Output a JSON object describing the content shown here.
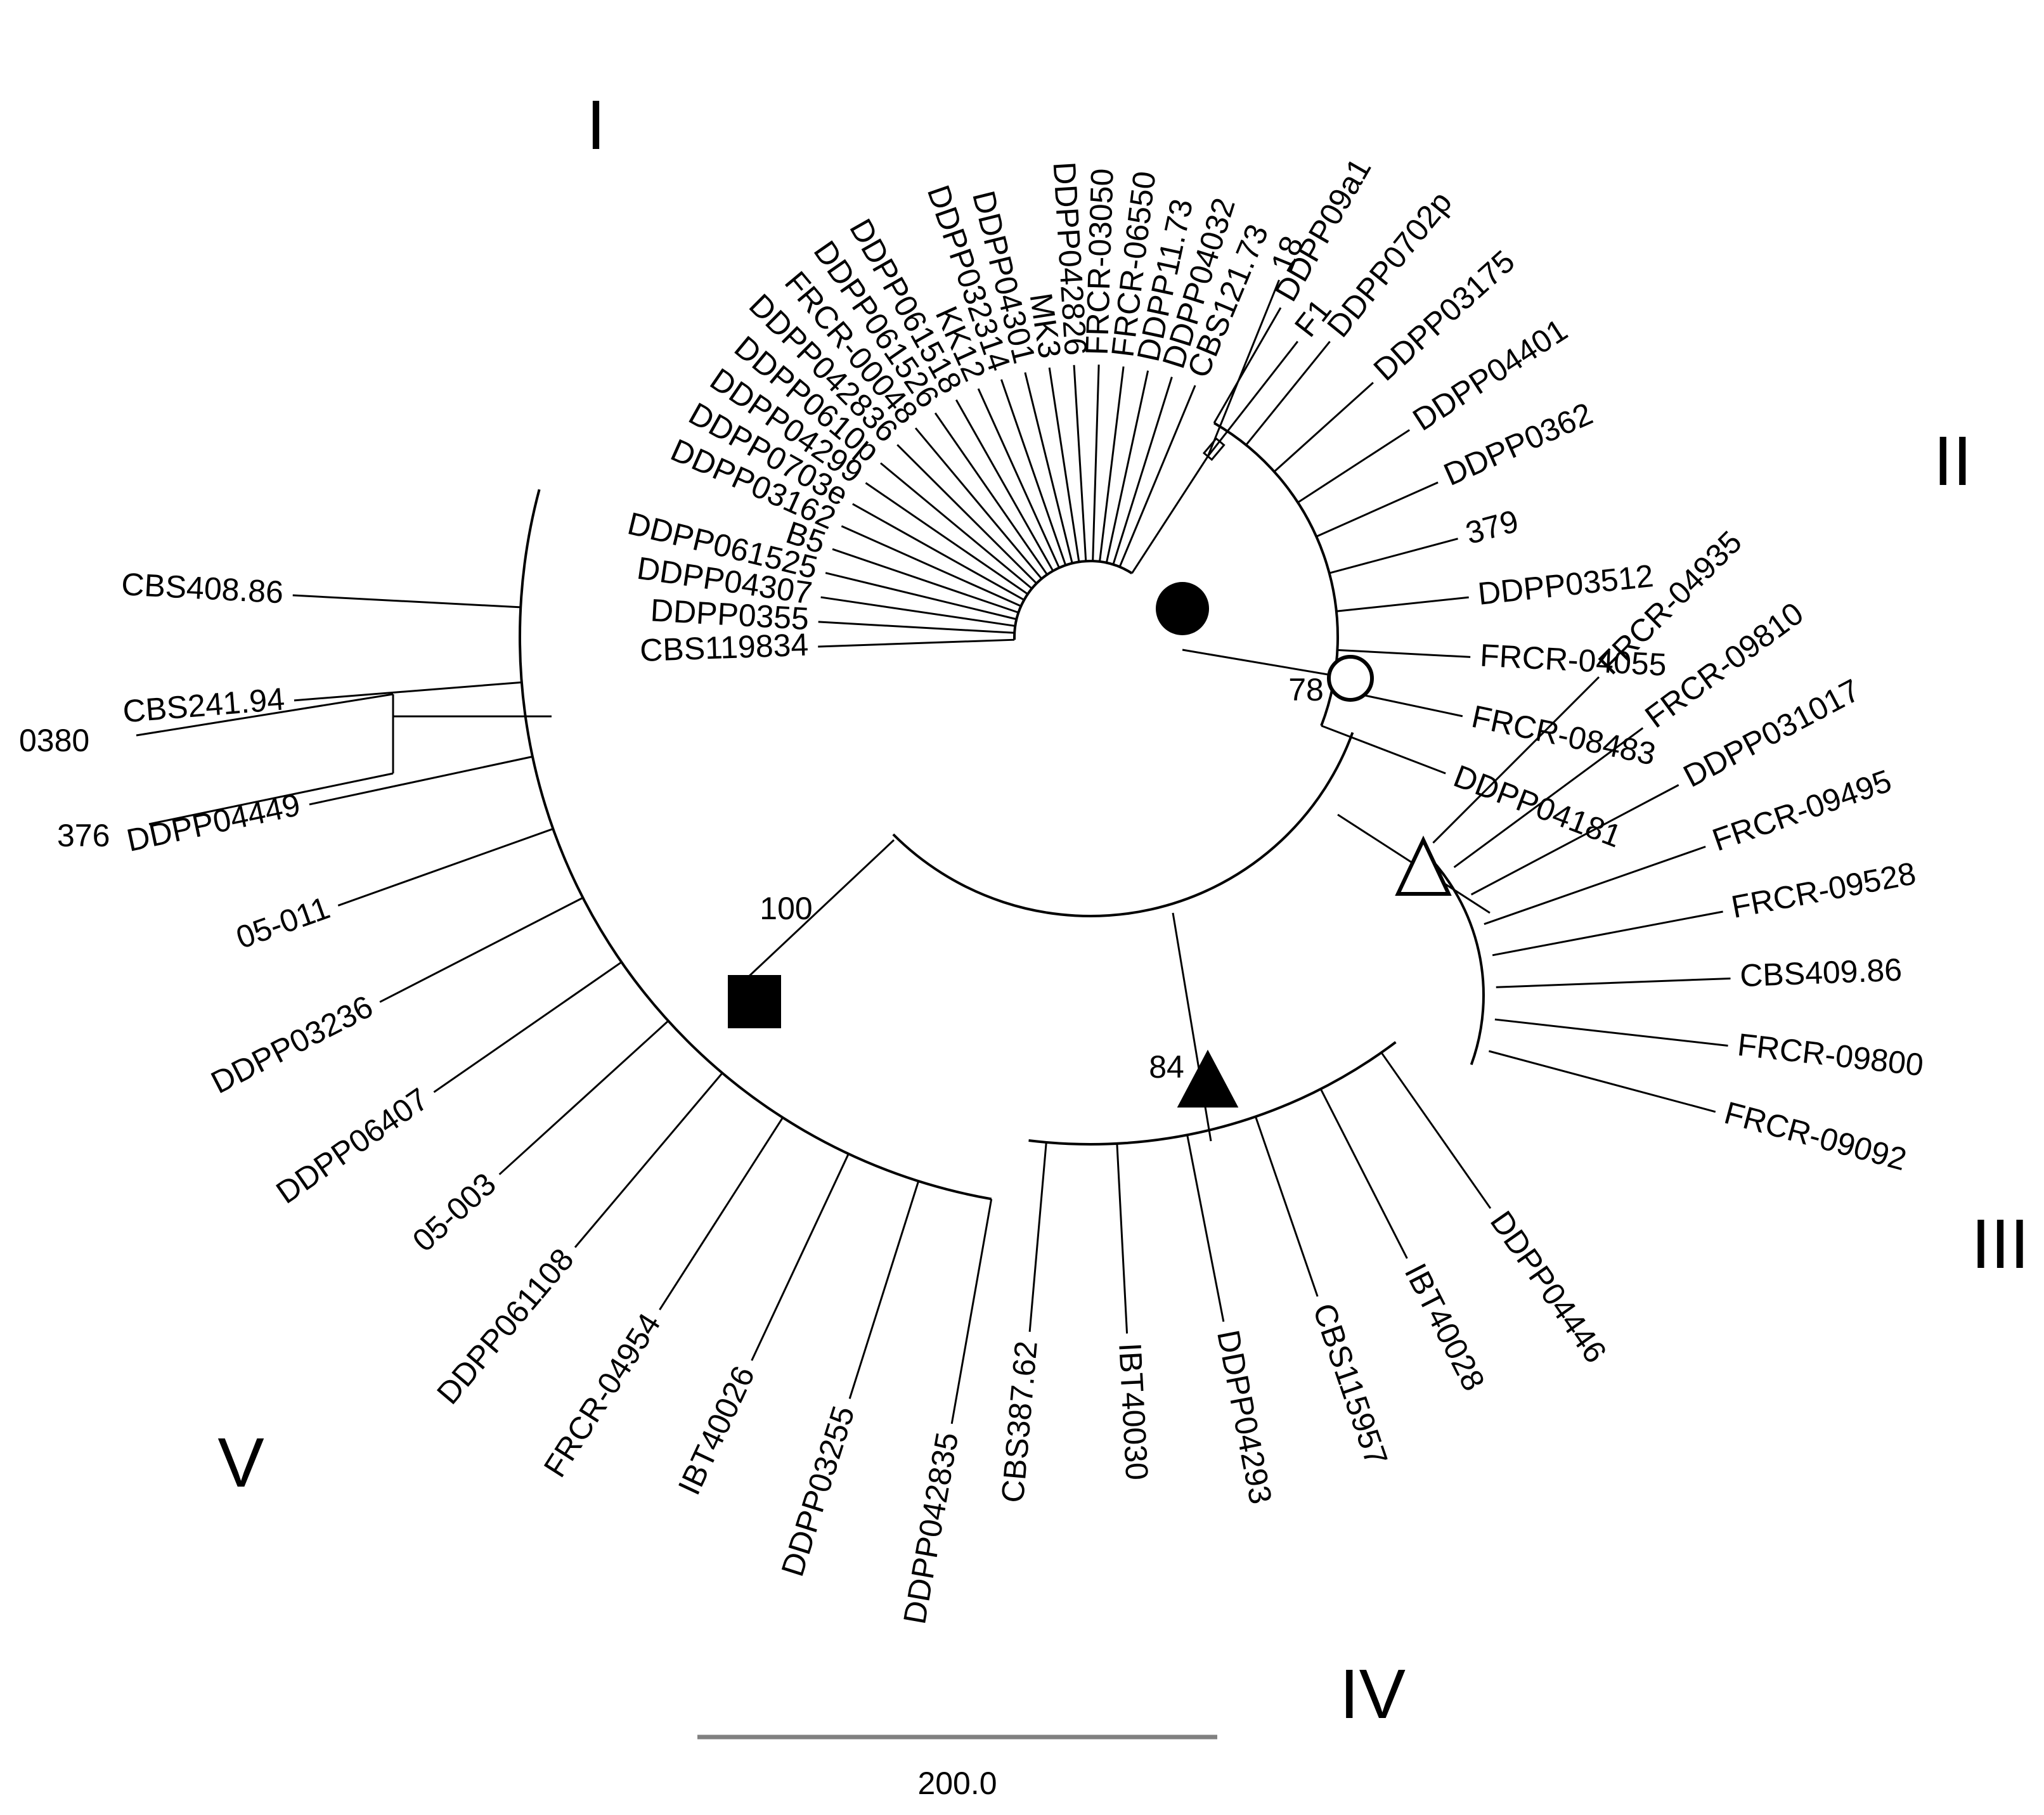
{
  "clade_labels": {
    "I": "I",
    "II": "II",
    "III": "III",
    "IV": "IV",
    "V": "V"
  },
  "bootstrap": {
    "open_circle": "78",
    "filled_square": "100",
    "filled_triangle": "84"
  },
  "scale_bar": {
    "value": 200.0,
    "label": "200.0"
  },
  "node_markers": {
    "filled_circle": "#000000",
    "open_circle": "#ffffff",
    "open_triangle": "#ffffff",
    "filled_triangle": "#000000",
    "filled_square": "#000000"
  },
  "clades": {
    "I": [
      "CBS119834",
      "DDPP0355",
      "DDPP04307",
      "DDPP061525",
      "B5",
      "DDPP03162",
      "DDPP0703e",
      "DDPP04299",
      "DDPP0610p",
      "DDPP042836",
      "FRCR-00048",
      "DDPP061526",
      "DDPP061518",
      "KK12",
      "DDPP032314",
      "DDPP04301",
      "MK3",
      "DDPP042826",
      "FRCR-03050",
      "FRCR-06550",
      "DDPP11.73",
      "DDPP04032",
      "CBS121.73",
      "18",
      "F1"
    ],
    "II": [
      "DDPP09a1",
      "DDPP0702p",
      "DDPP03175",
      "DDPP04401",
      "DDPP0362",
      "379",
      "DDPP03512",
      "FRCR-04055",
      "FRCR-08483",
      "DDPP04181"
    ],
    "III": [
      "FRCR-04935",
      "FRCR-09810",
      "DDPP031017",
      "FRCR-09495",
      "FRCR-09528",
      "CBS409.86",
      "FRCR-09800",
      "FRCR-09092"
    ],
    "IV": [
      "DDPP04446",
      "IBT40028",
      "CBS115957",
      "DDPP04293",
      "IBT40030",
      "CBS387.62"
    ],
    "V": [
      "DDPP042835",
      "DDPP03255",
      "IBT40026",
      "FRCR-04954",
      "DDPP061108",
      "05-003",
      "DDPP06407",
      "DDPP03236",
      "05-011",
      "DDPP04449",
      "CBS241.94",
      "CBS408.86",
      "376",
      "0380"
    ]
  }
}
